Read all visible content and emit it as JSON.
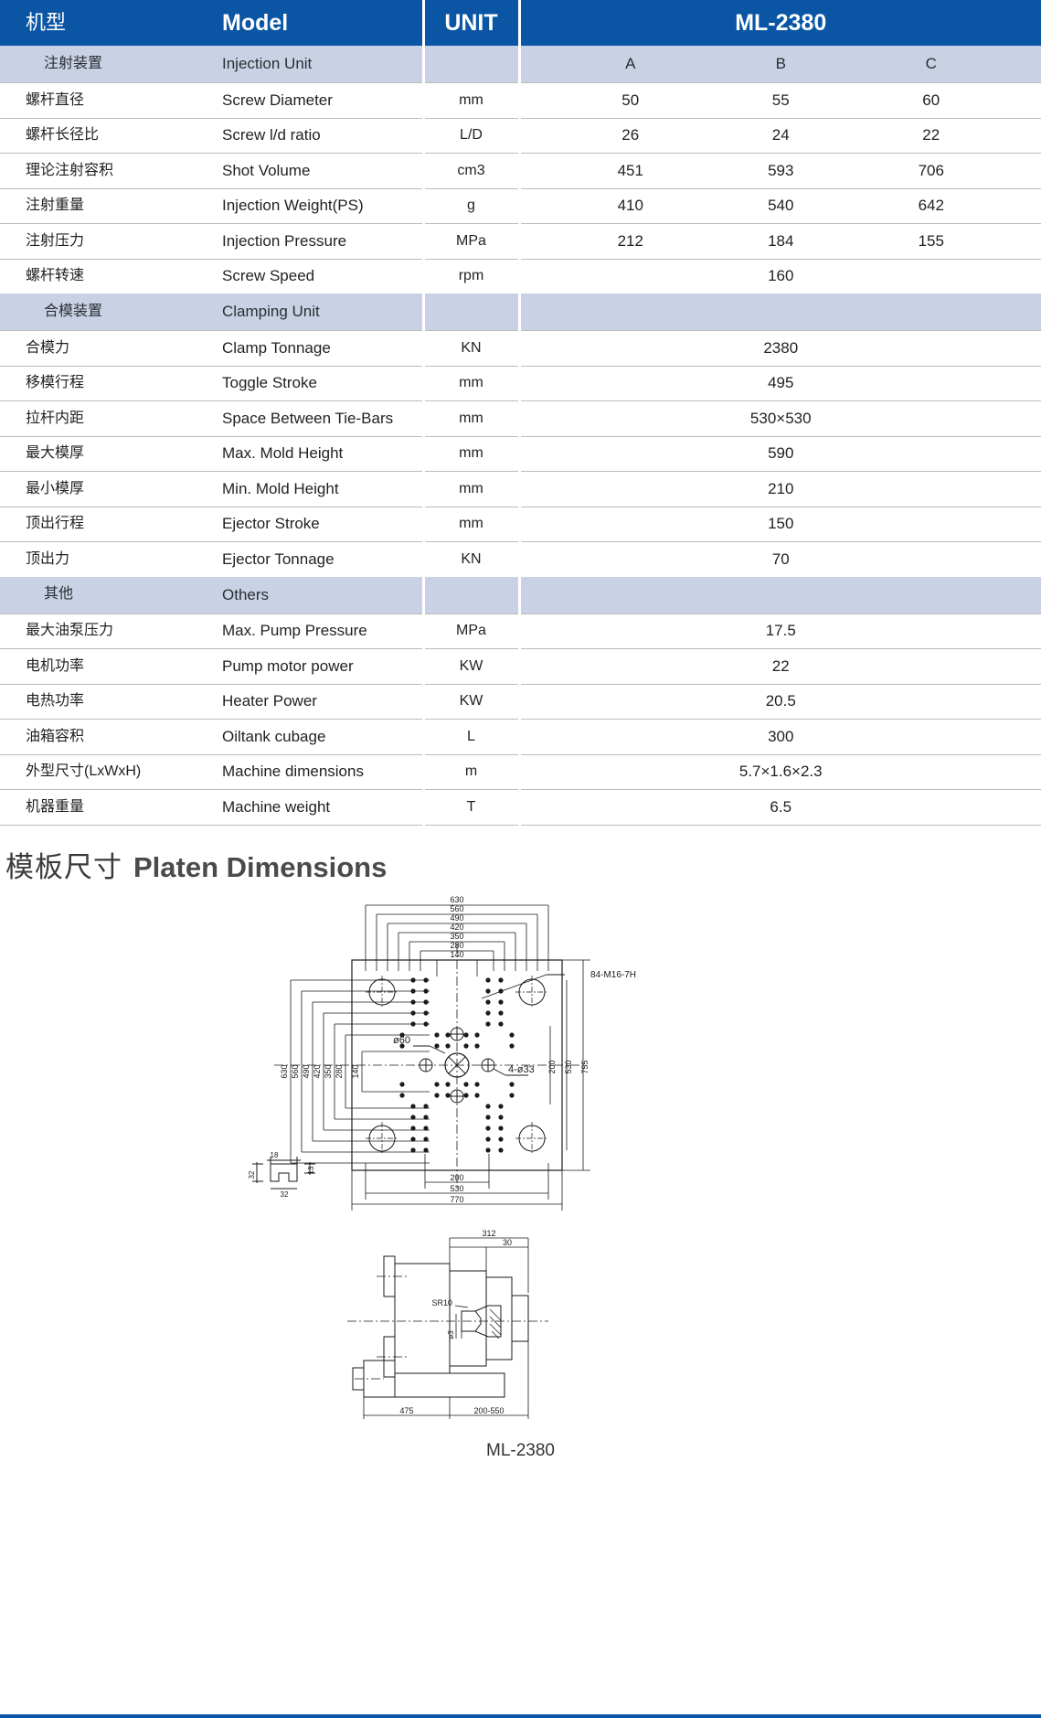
{
  "table": {
    "header": {
      "cn": "机型",
      "en": "Model",
      "unit": "UNIT",
      "model": "ML-2380"
    },
    "sections": [
      {
        "cn": "注射装置",
        "en": "Injection Unit",
        "unit": "",
        "cols": [
          "A",
          "B",
          "C"
        ],
        "rows": [
          {
            "cn": "螺杆直径",
            "en": "Screw Diameter",
            "unit": "mm",
            "values": [
              "50",
              "55",
              "60"
            ]
          },
          {
            "cn": "螺杆长径比",
            "en": "Screw l/d ratio",
            "unit": "L/D",
            "values": [
              "26",
              "24",
              "22"
            ]
          },
          {
            "cn": "理论注射容积",
            "en": "Shot Volume",
            "unit": "cm3",
            "values": [
              "451",
              "593",
              "706"
            ]
          },
          {
            "cn": "注射重量",
            "en": "Injection Weight(PS)",
            "unit": "g",
            "values": [
              "410",
              "540",
              "642"
            ]
          },
          {
            "cn": "注射压力",
            "en": "Injection Pressure",
            "unit": "MPa",
            "values": [
              "212",
              "184",
              "155"
            ]
          },
          {
            "cn": "螺杆转速",
            "en": "Screw Speed",
            "unit": "rpm",
            "value": "160"
          }
        ]
      },
      {
        "cn": "合模装置",
        "en": "Clamping Unit",
        "unit": "",
        "rows": [
          {
            "cn": "合模力",
            "en": "Clamp Tonnage",
            "unit": "KN",
            "value": "2380"
          },
          {
            "cn": "移模行程",
            "en": "Toggle Stroke",
            "unit": "mm",
            "value": "495"
          },
          {
            "cn": "拉杆内距",
            "en": "Space Between Tie-Bars",
            "unit": "mm",
            "value": "530×530"
          },
          {
            "cn": "最大模厚",
            "en": "Max. Mold Height",
            "unit": "mm",
            "value": "590"
          },
          {
            "cn": "最小模厚",
            "en": "Min. Mold Height",
            "unit": "mm",
            "value": "210"
          },
          {
            "cn": "顶出行程",
            "en": "Ejector Stroke",
            "unit": "mm",
            "value": "150"
          },
          {
            "cn": "顶出力",
            "en": "Ejector Tonnage",
            "unit": "KN",
            "value": "70"
          }
        ]
      },
      {
        "cn": "其他",
        "en": "Others",
        "unit": "",
        "rows": [
          {
            "cn": "最大油泵压力",
            "en": "Max. Pump Pressure",
            "unit": "MPa",
            "value": "17.5"
          },
          {
            "cn": "电机功率",
            "en": "Pump motor power",
            "unit": "KW",
            "value": "22"
          },
          {
            "cn": "电热功率",
            "en": "Heater Power",
            "unit": "KW",
            "value": "20.5"
          },
          {
            "cn": "油箱容积",
            "en": "Oiltank cubage",
            "unit": "L",
            "value": "300"
          },
          {
            "cn": "外型尺寸(LxWxH)",
            "en": "Machine dimensions",
            "unit": "m",
            "value": "5.7×1.6×2.3"
          },
          {
            "cn": "机器重量",
            "en": "Machine weight",
            "unit": "T",
            "value": "6.5"
          }
        ]
      }
    ]
  },
  "platen": {
    "title_cn": "模板尺寸",
    "title_en": "Platen Dimensions",
    "caption": "ML-2380",
    "front_view": {
      "top_dims": [
        "630",
        "560",
        "490",
        "420",
        "350",
        "280",
        "140"
      ],
      "left_dims": [
        "630",
        "560",
        "490",
        "420",
        "350",
        "280",
        "140"
      ],
      "right_dims": [
        "755",
        "530",
        "200"
      ],
      "bottom_dims": [
        "770",
        "530",
        "200"
      ],
      "callouts": [
        "84-M16-7H",
        "ø60",
        "4-ø33"
      ],
      "tslot_dims": [
        "18",
        "13",
        "32",
        "32"
      ]
    },
    "side_view": {
      "dims": [
        "312",
        "30",
        "475",
        "200-550"
      ],
      "callouts": [
        "SR10",
        "ø3"
      ]
    }
  },
  "colors": {
    "header_blue": "#0b56a4",
    "section_grey": "#c9d2e4",
    "rule": "#bcbcbc"
  }
}
